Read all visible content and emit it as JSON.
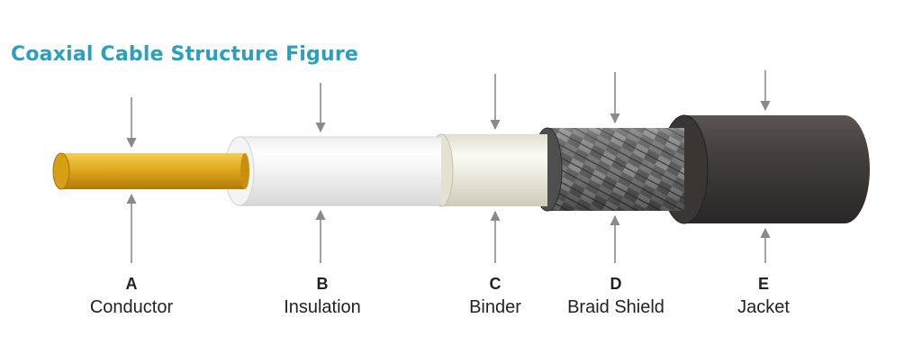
{
  "title": "Coaxial Cable Structure Figure",
  "colors": {
    "title": "#2a9fc0",
    "conductor": "#e0a91c",
    "insulation": "#f7f7f7",
    "binder": "#ece9dc",
    "braid_shield": "#5c5c5c",
    "jacket": "#3e3b3a",
    "arrow": "#8a8a8a"
  },
  "layers": [
    {
      "letter": "A",
      "name": "Conductor"
    },
    {
      "letter": "B",
      "name": "Insulation"
    },
    {
      "letter": "C",
      "name": "Binder"
    },
    {
      "letter": "D",
      "name": "Braid Shield"
    },
    {
      "letter": "E",
      "name": "Jacket"
    }
  ]
}
